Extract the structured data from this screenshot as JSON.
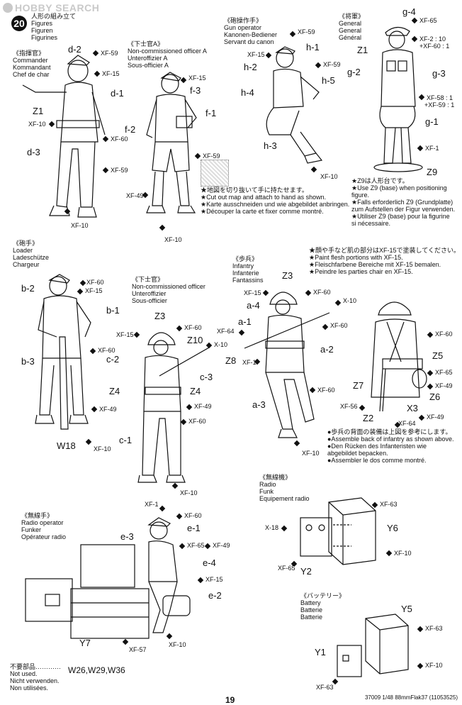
{
  "watermark": "HOBBY SEARCH",
  "step": {
    "number": "20",
    "title_jp": "人形の組み立て",
    "title_en": "Figures",
    "title_de": "Figuren",
    "title_fr": "Figurines"
  },
  "commander": {
    "jp": "《指揮官》",
    "en": "Commander",
    "de": "Kommandant",
    "fr": "Chef de char",
    "parts": [
      "d-2",
      "d-1",
      "Z1",
      "d-3"
    ],
    "paints": [
      "XF-59",
      "XF-15",
      "XF-10",
      "XF-60",
      "XF-59",
      "XF-10"
    ]
  },
  "nco_a": {
    "jp": "《下士官A》",
    "en": "Non-commissioned officer A",
    "de": "Unteroffizier A",
    "fr": "Sous-officier A",
    "parts": [
      "f-3",
      "f-1",
      "f-2"
    ],
    "paints": [
      "XF-15",
      "XF-59",
      "XF-49",
      "XF-10"
    ],
    "note": [
      "★地図を切り抜いて手に持たせます。",
      "★Cut out map and attach to hand as shown.",
      "★Karte ausschneiden und wie abgebildet anbringen.",
      "★Découper la carte et fixer comme montré."
    ]
  },
  "gunner": {
    "jp": "《砲操作手》",
    "en": "Gun operator",
    "de": "Kanonen-Bediener",
    "fr": "Servant du canon",
    "parts": [
      "h-1",
      "h-2",
      "h-5",
      "h-4",
      "h-3"
    ],
    "paints": [
      "XF-59",
      "XF-15",
      "XF-59",
      "XF-10"
    ]
  },
  "general": {
    "jp": "《将軍》",
    "en": "General",
    "de": "General",
    "fr": "Général",
    "parts": [
      "g-4",
      "Z1",
      "g-2",
      "g-3",
      "g-1",
      "Z9"
    ],
    "paints": [
      "XF-65",
      "XF-2 : 10",
      "+XF-60 : 1",
      "XF-58 : 1",
      "+XF-59 : 1",
      "XF-1"
    ],
    "note": [
      "★Z9は人形台です。",
      "★Use Z9 (base) when positioning",
      "figure.",
      "★Falls erforderlich Z9 (Grundplatte)",
      "zum Aufstellen der Figur verwenden.",
      "★Utiliser Z9 (base) pour la figurine",
      "si nécessaire."
    ]
  },
  "loader": {
    "jp": "《砲手》",
    "en": "Loader",
    "de": "Ladeschütze",
    "fr": "Chargeur",
    "parts": [
      "b-2",
      "b-1",
      "b-3",
      "W18"
    ],
    "paints": [
      "XF-60",
      "XF-15",
      "XF-60",
      "XF-49",
      "XF-10"
    ]
  },
  "nco": {
    "jp": "《下士官》",
    "en": "Non-commissioned officer",
    "de": "Unteroffizier",
    "fr": "Sous-officier",
    "parts": [
      "Z3",
      "Z10",
      "c-2",
      "c-3",
      "Z4",
      "Z4",
      "c-1"
    ],
    "paints": [
      "XF-15",
      "XF-60",
      "X-10",
      "XF-49",
      "XF-60",
      "XF-10"
    ]
  },
  "infantry": {
    "jp": "《歩兵》",
    "en": "Infantry",
    "de": "Infanterie",
    "fr": "Fantassins",
    "parts": [
      "Z3",
      "a-4",
      "a-1",
      "a-2",
      "Z8",
      "a-3"
    ],
    "paints": [
      "XF-15",
      "XF-60",
      "X-10",
      "XF-64",
      "XF-60",
      "XF-1",
      "XF-60",
      "XF-10"
    ],
    "flesh_note": [
      "★顔や手など肌の部分はXF-15で塗装してください。",
      "★Paint flesh portions with XF-15.",
      "★Fleischfarbene Bereiche mit XF-15 bemalen.",
      "★Peindre les parties chair en XF-15."
    ],
    "back_parts": [
      "Z5",
      "Z7",
      "Z6",
      "Z2",
      "X3"
    ],
    "back_paints": [
      "XF-60",
      "XF-65",
      "XF-49",
      "XF-56",
      "XF-64",
      "XF-49"
    ],
    "back_note": [
      "●歩兵の背面の装備は上図を参考にします。",
      "●Assemble back of infantry as shown above.",
      "●Den Rücken des Infanteristen wie",
      "abgebildet bepacken.",
      "●Assembler le dos comme montré."
    ]
  },
  "radio_operator": {
    "jp": "《無線手》",
    "en": "Radio operator",
    "de": "Funker",
    "fr": "Opérateur radio",
    "parts": [
      "e-3",
      "e-1",
      "e-4",
      "e-2",
      "Y7"
    ],
    "paints": [
      "XF-1",
      "XF-60",
      "XF-65",
      "XF-49",
      "XF-15",
      "XF-57",
      "XF-10"
    ]
  },
  "radio": {
    "jp": "《無線機》",
    "en": "Radio",
    "de": "Funk",
    "fr": "Equipement radio",
    "parts": [
      "Y6",
      "Y2"
    ],
    "paints": [
      "XF-63",
      "X-18",
      "XF-65",
      "XF-10"
    ]
  },
  "battery": {
    "jp": "《バッテリー》",
    "en": "Battery",
    "de": "Batterie",
    "fr": "Batterie",
    "parts": [
      "Y5",
      "Y1"
    ],
    "paints": [
      "XF-63",
      "XF-10",
      "XF-63"
    ]
  },
  "not_used": {
    "jp": "不要部品…………",
    "en": "Not used.",
    "de": "Nicht verwenden.",
    "fr": "Non utilisées.",
    "parts": "W26,W29,W36"
  },
  "footer": "37009 1/48 88mmFlak37 (11053525)",
  "page_number": "19"
}
